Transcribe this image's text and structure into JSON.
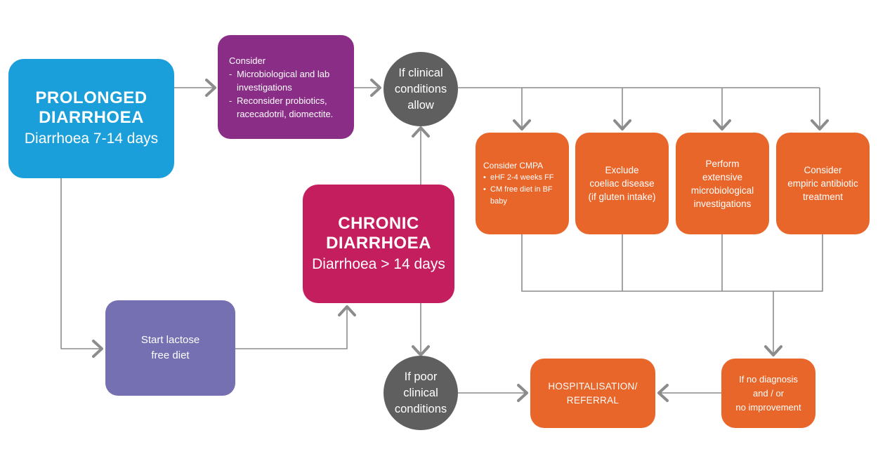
{
  "prolonged": {
    "title_lines": [
      "PROLONGED",
      "DIARRHOEA"
    ],
    "subtitle": "Diarrhoea 7-14 days",
    "color": "#1b9fda"
  },
  "consider_box": {
    "heading": "Consider",
    "items": [
      {
        "dash": "-",
        "text": "Microbiological and lab investigations"
      },
      {
        "dash": "-",
        "text": "Reconsider probiotics, racecadotril, diomectite."
      }
    ],
    "color": "#8a2d86"
  },
  "clinical_allow": {
    "lines": [
      "If clinical",
      "conditions",
      "allow"
    ]
  },
  "chronic": {
    "title_lines": [
      "CHRONIC",
      "DIARRHOEA"
    ],
    "subtitle": "Diarrhoea > 14 days",
    "color": "#c41e5f"
  },
  "lactose": {
    "lines": [
      "Start lactose",
      "free diet"
    ],
    "color": "#7470b2"
  },
  "cmpa": {
    "heading": "Consider CMPA",
    "items": [
      {
        "bullet": "•",
        "text": "eHF 2-4 weeks FF"
      },
      {
        "bullet": "•",
        "text": "CM free diet in BF baby"
      }
    ]
  },
  "exclude": {
    "lines": [
      "Exclude",
      "coeliac disease",
      "(if gluten intake)"
    ]
  },
  "perform": {
    "lines": [
      "Perform",
      "extensive",
      "microbiological",
      "investigations"
    ]
  },
  "empiric": {
    "lines": [
      "Consider",
      "empiric antibiotic",
      "treatment"
    ]
  },
  "poor_clinical": {
    "lines": [
      "If poor",
      "clinical",
      "conditions"
    ]
  },
  "hospitalisation": {
    "lines": [
      "HOSPITALISATION/",
      "REFERRAL"
    ]
  },
  "no_diagnosis": {
    "lines": [
      "If no diagnosis",
      "and / or",
      "no improvement"
    ]
  },
  "colors": {
    "orange": "#e9662a",
    "connector": "#8c8c8c",
    "decision_circle": "#5f5f5f"
  }
}
